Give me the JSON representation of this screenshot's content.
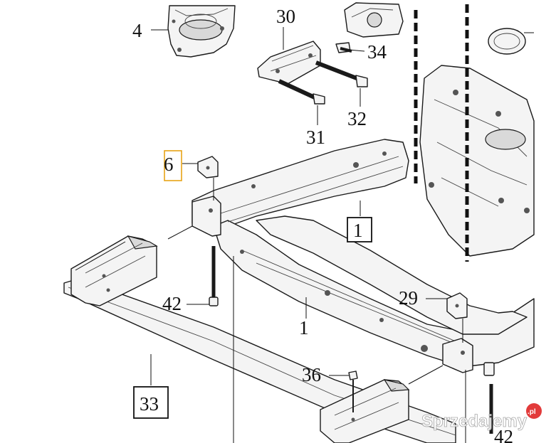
{
  "callouts": {
    "c4": "4",
    "c30": "30",
    "c34": "34",
    "c32": "32",
    "c31": "31",
    "c6": "6",
    "c1_box": "1",
    "c42_left": "42",
    "c1": "1",
    "c29": "29",
    "c36": "36",
    "c33": "33",
    "c42_right": "42"
  },
  "watermark": {
    "text": "Sprzedajemy",
    "badge": ".pl"
  },
  "colors": {
    "highlight": "#e8a317",
    "line": "#1a1a1a",
    "watermark_badge": "#e23b3b"
  }
}
